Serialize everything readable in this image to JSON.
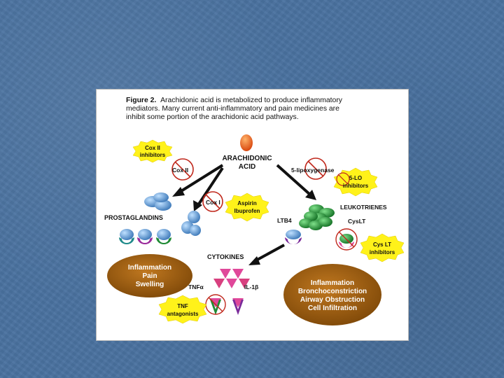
{
  "figure": {
    "caption_label": "Figure 2.",
    "caption_line1": "Arachidonic acid is metabolized to produce inflammatory",
    "caption_line2": "mediators.  Many current anti-inflammatory and pain medicines are",
    "caption_line3": "inhibit some portion of the arachidonic acid pathways."
  },
  "diagram": {
    "arachidonic_line1": "ARACHIDONIC",
    "arachidonic_line2": "ACID",
    "cox2": "Cox II",
    "cox1": "Cox I",
    "five_lipoxygenase": "5-lipoxygenase",
    "prostaglandins": "PROSTAGLANDINS",
    "leukotrienes": "LEUKOTRIENES",
    "ltb4": "LTB4",
    "cyslt": "CysLT",
    "cytokines": "CYTOKINES",
    "tnf_alpha": "TNFα",
    "il1_beta": "IL-1β"
  },
  "badges": {
    "cox2_inhibitors_line1": "Cox II",
    "cox2_inhibitors_line2": "inhibitors",
    "aspirin": "Aspirin",
    "ibuprofen": "Ibuprofen",
    "five_lo_line1": "5-LO",
    "five_lo_line2": "inhibitors",
    "cyslt_inhibitors_line1": "Cys LT",
    "cyslt_inhibitors_line2": "inhibitors",
    "tnf_antagonists_line1": "TNF",
    "tnf_antagonists_line2": "antagonists"
  },
  "outcomes": {
    "left_line1": "Inflammation",
    "left_line2": "Pain",
    "left_line3": "Swelling",
    "right_line1": "Inflammation",
    "right_line2": "Bronchoconstriction",
    "right_line3": "Airway Obstruction",
    "right_line4": "Cell Infiltration"
  },
  "colors": {
    "background": "#4a72a0",
    "ellipse_brown": "#9a5c12",
    "starburst_yellow": "#fff21a",
    "inhibit_red": "#c0281c",
    "blue_shape": "#5b92c9",
    "green_shape": "#1f8a34",
    "purple": "#9a2a9a",
    "pink": "#e0489a"
  }
}
